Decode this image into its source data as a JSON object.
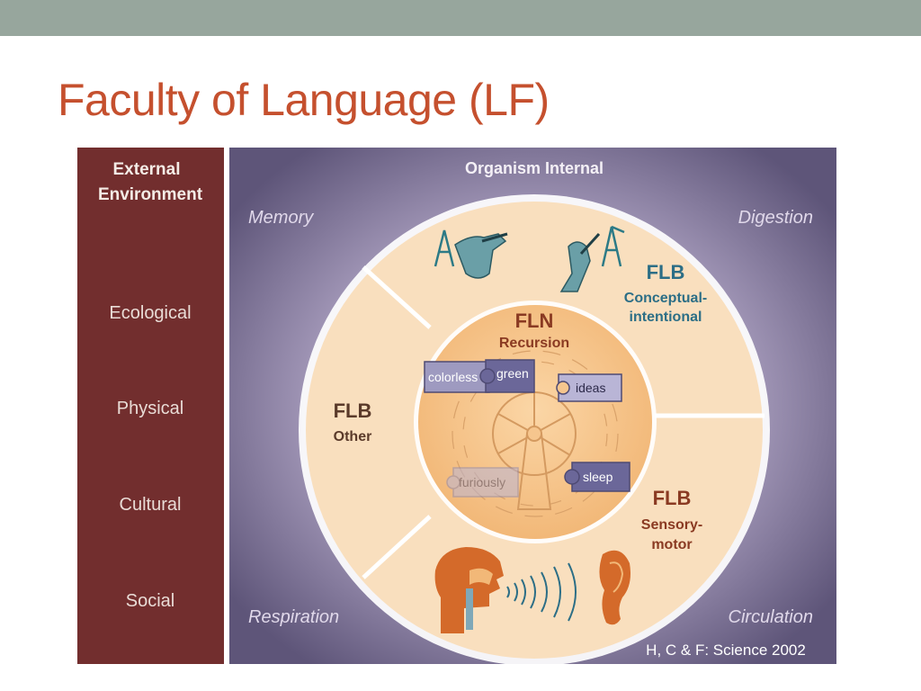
{
  "slide": {
    "title": "Faculty of Language (LF)",
    "citation": "H, C & F: Science 2002"
  },
  "diagram": {
    "external": {
      "title_line1": "External",
      "title_line2": "Environment",
      "items": [
        "Ecological",
        "Physical",
        "Cultural",
        "Social"
      ]
    },
    "internal": {
      "title": "Organism Internal",
      "corners": {
        "top_left": "Memory",
        "top_right": "Digestion",
        "bottom_left": "Respiration",
        "bottom_right": "Circulation"
      }
    },
    "flb_conceptual": {
      "title": "FLB",
      "line1": "Conceptual-",
      "line2": "intentional"
    },
    "flb_other": {
      "title": "FLB",
      "line1": "Other"
    },
    "flb_sensory": {
      "title": "FLB",
      "line1": "Sensory-",
      "line2": "motor"
    },
    "fln": {
      "title": "FLN",
      "subtitle": "Recursion",
      "words": [
        "colorless",
        "green",
        "ideas",
        "furiously",
        "sleep"
      ]
    }
  },
  "colors": {
    "title": "#c5502e",
    "topbar": "#97a69d",
    "external_panel": "#722e2e",
    "internal_panel": "#6e6589",
    "outer_ring": "#f9dfbe",
    "fln_core": "#f6c68e",
    "flb_text": "#2c6e86",
    "fln_text": "#8a3a22",
    "flb_other_text": "#5a3a2a",
    "puzzle": "#9e9ac0"
  },
  "icons": [
    "writing-hand-icon",
    "speaking-head-icon",
    "sound-waves-icon",
    "ear-icon",
    "windmill-icon"
  ]
}
